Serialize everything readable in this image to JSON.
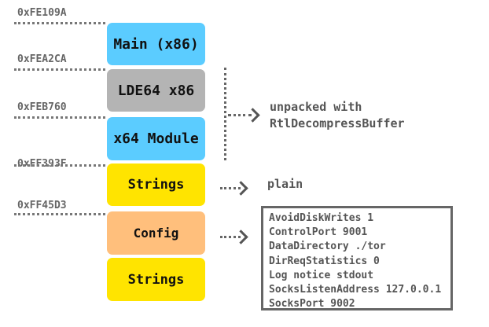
{
  "addresses": [
    "0xFE109A",
    "0xFEA2CA",
    "0xFEB760",
    "0xFF393F",
    "0xFF45D3"
  ],
  "blocks": [
    {
      "label": "Main (x86)",
      "color": "#5bccff"
    },
    {
      "label": "LDE64 x86",
      "color": "#b4b4b4"
    },
    {
      "label": "x64 Module",
      "color": "#5bccff"
    },
    {
      "label": "Strings",
      "color": "#ffe400"
    },
    {
      "label": "Config",
      "color": "#ffbf7c"
    },
    {
      "label": "Strings",
      "color": "#ffe400"
    }
  ],
  "annotations": {
    "unpacked_line1": "unpacked with",
    "unpacked_line2": "RtlDecompressBuffer",
    "plain": "plain"
  },
  "config_lines": [
    "AvoidDiskWrites 1",
    "ControlPort 9001",
    "DataDirectory ./tor",
    "DirReqStatistics 0",
    "Log notice stdout",
    "SocksListenAddress 127.0.0.1",
    "SocksPort 9002"
  ]
}
